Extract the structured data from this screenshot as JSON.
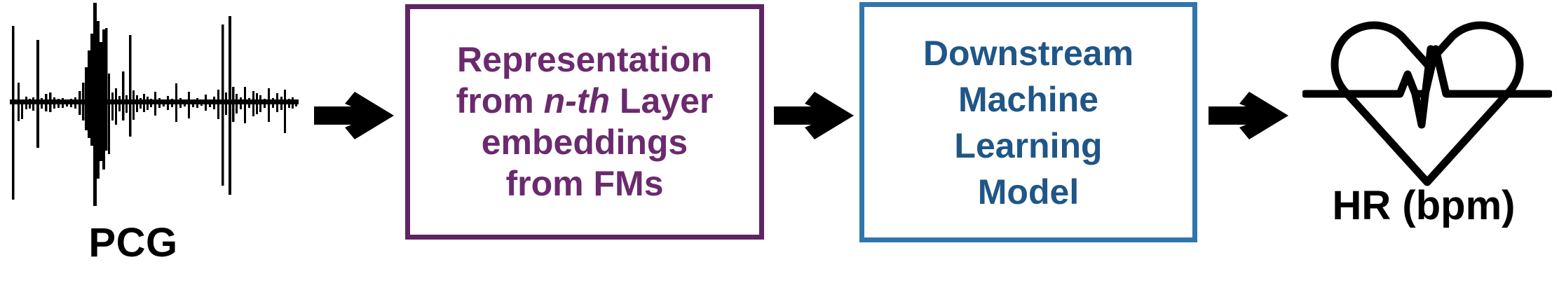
{
  "figure": {
    "type": "pipeline-diagram",
    "background": "#ffffff"
  },
  "stages": {
    "input": {
      "icon": "pcg-waveform-icon",
      "label": "PCG",
      "color": "#000000"
    },
    "representation": {
      "line1": "Representation",
      "line2_prefix": "from ",
      "line2_italic": "n-th",
      "line2_suffix": " Layer",
      "line3": "embeddings",
      "line4": "from FMs",
      "border_color": "#5E2463",
      "text_color": "#6B2A6E"
    },
    "model": {
      "line1": "Downstream",
      "line2": "Machine",
      "line3": "Learning",
      "line4": "Model",
      "border_color": "#3175AE",
      "text_color": "#1F5687"
    },
    "output": {
      "icon": "heart-pulse-icon",
      "label": "HR (bpm)",
      "color": "#000000"
    }
  },
  "arrows": {
    "color": "#000000",
    "glyph": "arrow-right-icon",
    "count": 3
  }
}
